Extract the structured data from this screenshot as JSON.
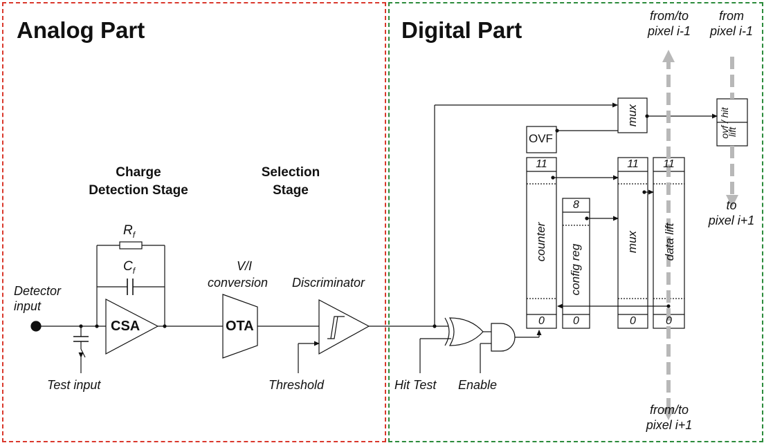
{
  "titles": {
    "analog": "Analog Part",
    "digital": "Digital Part"
  },
  "stages": {
    "charge_line1": "Charge",
    "charge_line2": "Detection Stage",
    "selection_line1": "Selection",
    "selection_line2": "Stage"
  },
  "labels": {
    "detector_input_1": "Detector",
    "detector_input_2": "input",
    "test_input": "Test input",
    "rf_main": "R",
    "rf_sub": "f",
    "cf_main": "C",
    "cf_sub": "f",
    "csa": "CSA",
    "vi_line1": "V/I",
    "vi_line2": "conversion",
    "ota": "OTA",
    "discriminator": "Discriminator",
    "threshold": "Threshold",
    "hit_test": "Hit Test",
    "enable": "Enable",
    "from_to_prev_1": "from/to",
    "from_to_prev_2": "pixel i-1",
    "from_prev_1": "from",
    "from_prev_2": "pixel i-1",
    "to_next_1": "to",
    "to_next_2": "pixel i+1",
    "from_to_next_1": "from/to",
    "from_to_next_2": "pixel i+1"
  },
  "blocks": {
    "mux_top": "mux",
    "ovf": "OVF",
    "ovf_hit_lift_1": "ovf / hit",
    "ovf_hit_lift_2": "lift",
    "counter": "counter",
    "config_reg": "config reg",
    "mux_mid": "mux",
    "data_lift": "data lift"
  },
  "bits": {
    "counter_top": "11",
    "counter_bottom": "0",
    "config_top": "8",
    "config_bottom": "0",
    "mux_top": "11",
    "mux_bottom": "0",
    "lift_top": "11",
    "lift_bottom": "0"
  }
}
